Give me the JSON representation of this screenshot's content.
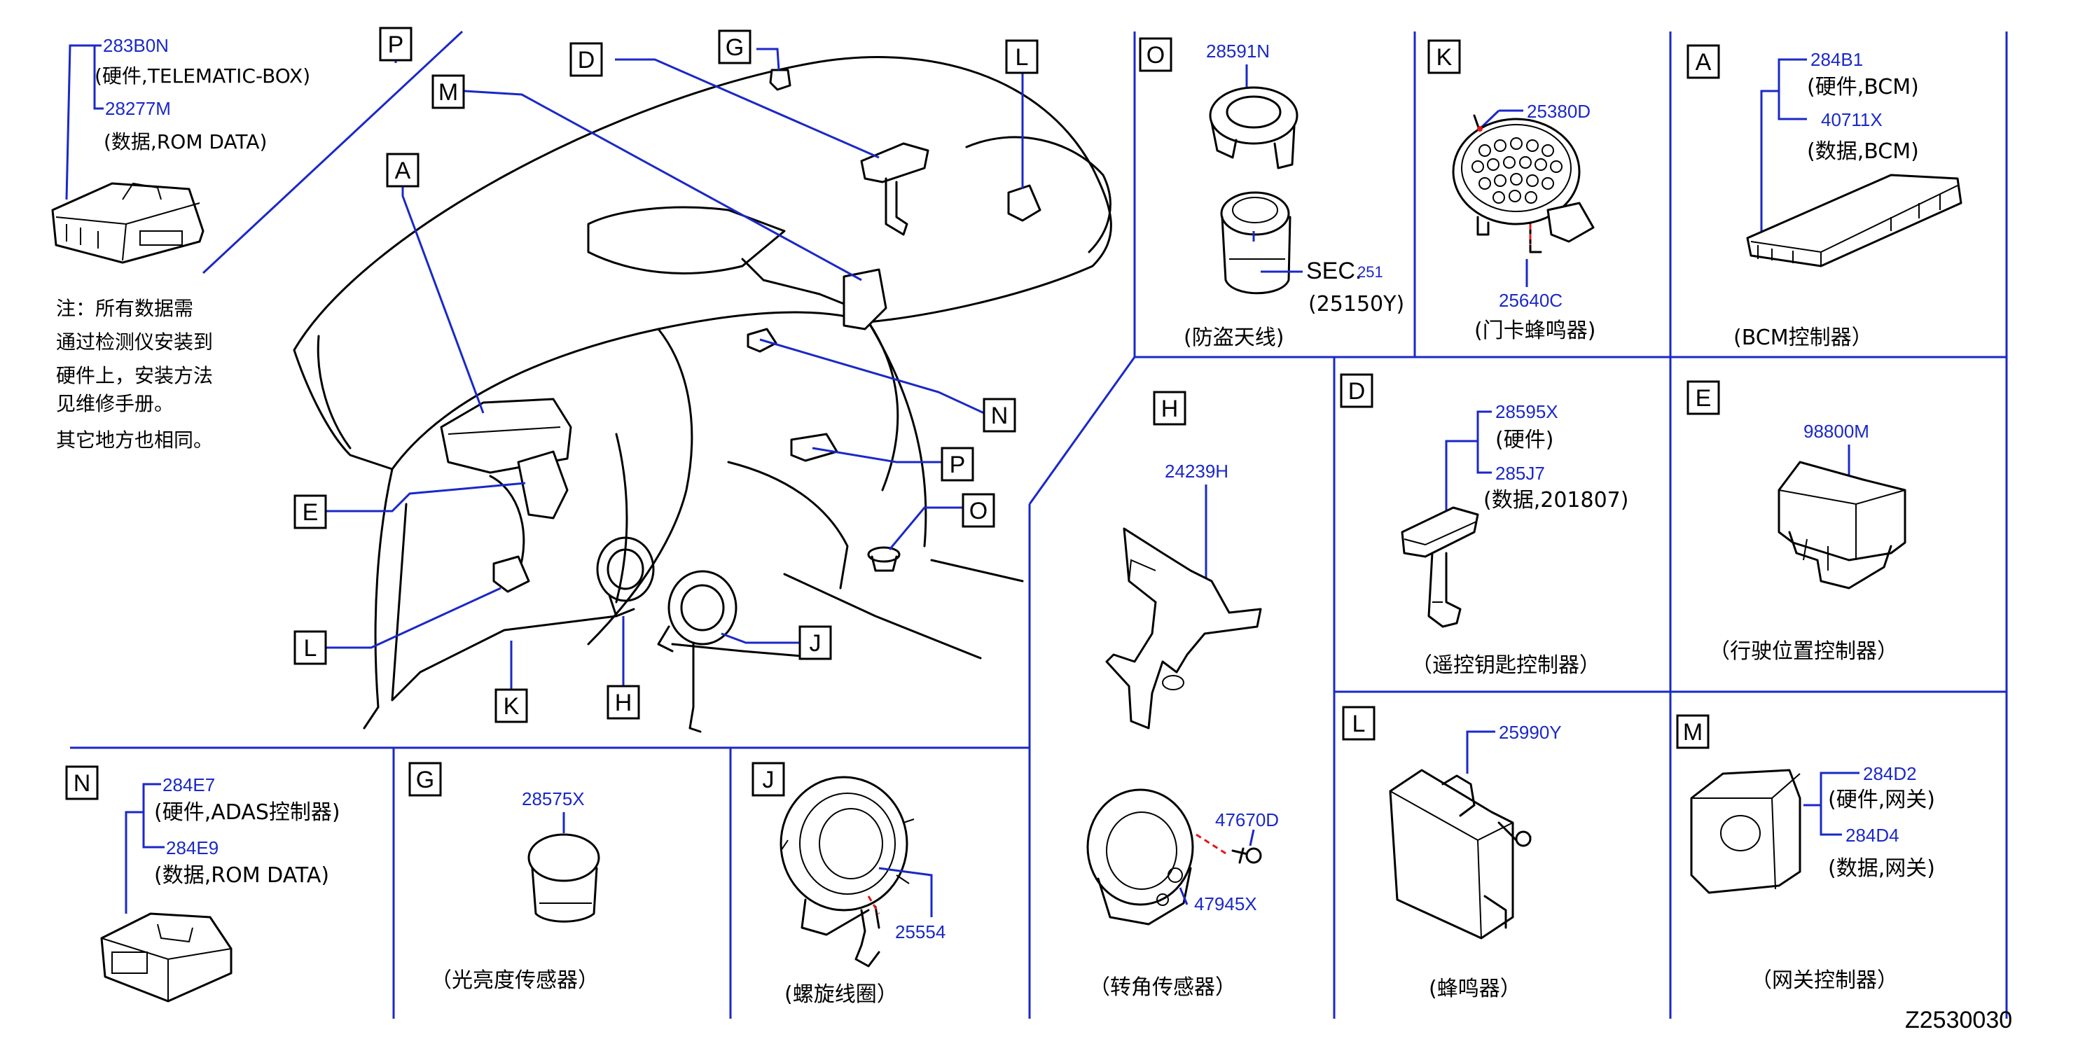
{
  "diagram_code": "Z2530030",
  "note": {
    "lines": [
      "注：所有数据需",
      "通过检测仪安装到",
      "硬件上，安装方法",
      "见维修手册。",
      "其它地方也相同。"
    ]
  },
  "overview_labels": [
    "P",
    "D",
    "G",
    "L",
    "M",
    "A",
    "E",
    "N",
    "P",
    "O",
    "L",
    "K",
    "H",
    "J"
  ],
  "panels": {
    "P": {
      "letter": "P",
      "pn1": "283B0N",
      "t1": "(硬件,TELEMATIC-BOX)",
      "pn2": "28277M",
      "t2": "(数据,ROM   DATA)"
    },
    "O": {
      "letter": "O",
      "pn1": "28591N",
      "sec_prefix": "SEC.",
      "sec_num": "251",
      "sec_ref": "(25150Y)",
      "caption": "(防盗天线)"
    },
    "K": {
      "letter": "K",
      "pn1": "25380D",
      "pn2": "25640C",
      "caption": "(门卡蜂鸣器)"
    },
    "A": {
      "letter": "A",
      "pn1": "284B1",
      "t1": "(硬件,BCM)",
      "pn2": "40711X",
      "t2": "(数据,BCM)",
      "caption": "(BCM控制器）"
    },
    "H": {
      "letter": "H",
      "pn1": "24239H",
      "pn2": "47670D",
      "pn3": "47945X",
      "caption": "（转角传感器）"
    },
    "D": {
      "letter": "D",
      "pn1": "28595X",
      "t1": "(硬件)",
      "pn2": "285J7",
      "t2": "(数据,201807)",
      "caption": "（遥控钥匙控制器）"
    },
    "E": {
      "letter": "E",
      "pn1": "98800M",
      "caption": "（行驶位置控制器）"
    },
    "L": {
      "letter": "L",
      "pn1": "25990Y",
      "caption": "(蜂鸣器）"
    },
    "M": {
      "letter": "M",
      "pn1": "284D2",
      "t1": "(硬件,网关)",
      "pn2": "284D4",
      "t2": "(数据,网关)",
      "caption": "（网关控制器）"
    },
    "N": {
      "letter": "N",
      "pn1": "284E7",
      "t1": "(硬件,ADAS控制器)",
      "pn2": "284E9",
      "t2": "(数据,ROM   DATA)"
    },
    "G": {
      "letter": "G",
      "pn1": "28575X",
      "caption": "（光亮度传感器）"
    },
    "J": {
      "letter": "J",
      "pn1": "25554",
      "caption": "(螺旋线圈）"
    }
  }
}
